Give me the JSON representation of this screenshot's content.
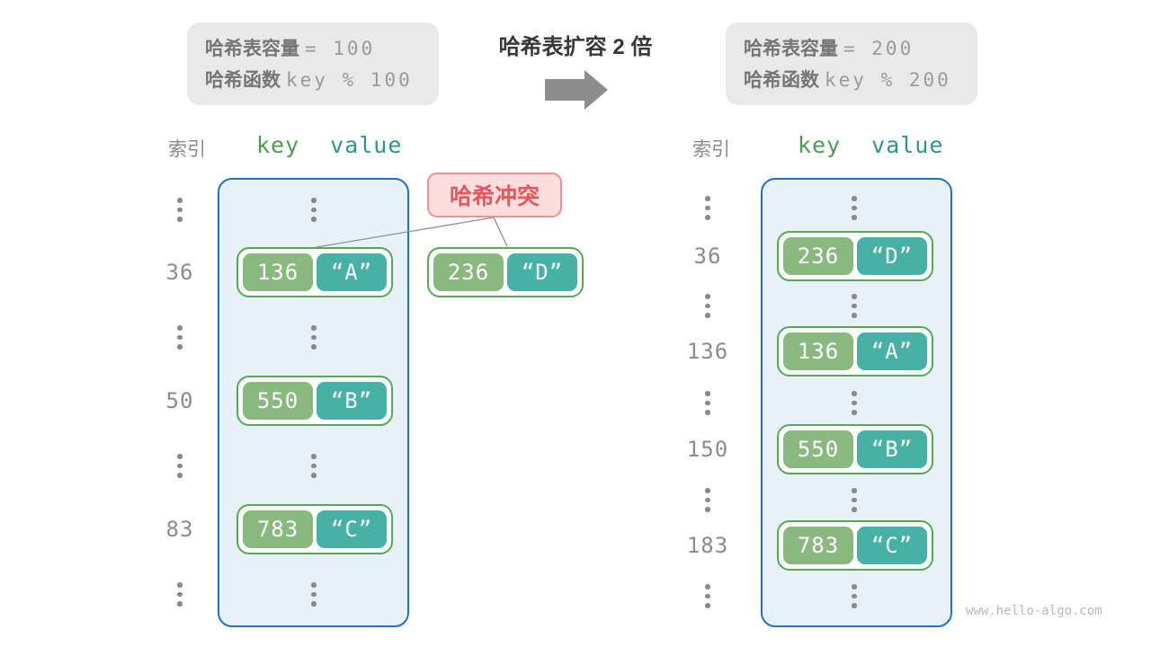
{
  "title": "哈希表扩容 2 倍",
  "info_left": {
    "row1_label": "哈希表容量",
    "row1_value": "= 100",
    "row2_label": "哈希函数",
    "row2_value": "key % 100"
  },
  "info_right": {
    "row1_label": "哈希表容量",
    "row1_value": "= 200",
    "row2_label": "哈希函数",
    "row2_value": "key % 200"
  },
  "columns": {
    "index": "索引",
    "key": "key",
    "value": "value"
  },
  "collision": {
    "label": "哈希冲突",
    "pair": {
      "key": "236",
      "value": "“D”"
    }
  },
  "left_table": {
    "capacity": "100",
    "rows": [
      {
        "type": "dots"
      },
      {
        "type": "pair",
        "index": "36",
        "key": "136",
        "value": "“A”"
      },
      {
        "type": "dots"
      },
      {
        "type": "pair",
        "index": "50",
        "key": "550",
        "value": "“B”"
      },
      {
        "type": "dots"
      },
      {
        "type": "pair",
        "index": "83",
        "key": "783",
        "value": "“C”"
      },
      {
        "type": "dots"
      }
    ]
  },
  "right_table": {
    "capacity": "200",
    "rows": [
      {
        "type": "dots"
      },
      {
        "type": "pair",
        "index": "36",
        "key": "236",
        "value": "“D”"
      },
      {
        "type": "dots"
      },
      {
        "type": "pair",
        "index": "136",
        "key": "136",
        "value": "“A”"
      },
      {
        "type": "dots"
      },
      {
        "type": "pair",
        "index": "150",
        "key": "550",
        "value": "“B”"
      },
      {
        "type": "dots"
      },
      {
        "type": "pair",
        "index": "183",
        "key": "783",
        "value": "“C”"
      },
      {
        "type": "dots"
      }
    ]
  },
  "watermark": "www.hello-algo.com",
  "colors": {
    "info_bg": "#e9e9e9",
    "gray_text": "#8a8a8a",
    "arrow_gray": "#8d8d8d",
    "table_fill": "#e7f1fa",
    "table_border": "#1f72c1",
    "pair_border": "#58a956",
    "key_green": "#8ab980",
    "value_teal": "#47b1a7",
    "header_key": "#4b9b51",
    "header_value": "#2f948c",
    "collision_bg": "#fcdede",
    "collision_border": "#f19090",
    "collision_text": "#e8565c"
  }
}
